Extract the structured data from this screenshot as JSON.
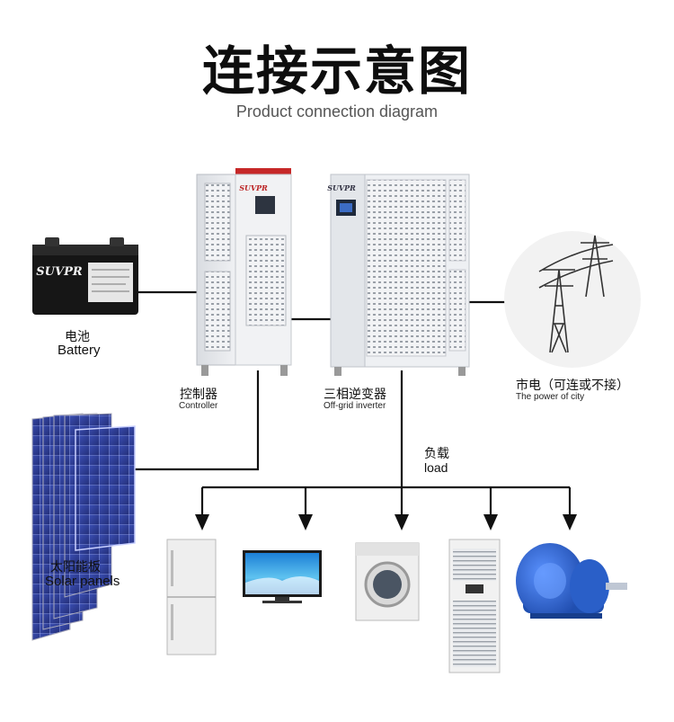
{
  "header": {
    "title": "连接示意图",
    "subtitle": "Product connection diagram"
  },
  "battery": {
    "label_cn": "电池",
    "label_en": "Battery",
    "brand": "SUVPR"
  },
  "controller": {
    "label_cn": "控制器",
    "label_en": "Controller",
    "brand": "SUVPR"
  },
  "inverter": {
    "label_cn": "三相逆变器",
    "label_en": "Off-grid inverter",
    "brand": "SUVPR"
  },
  "grid": {
    "label_cn": "市电（可连或不接）",
    "label_en": "The power of city"
  },
  "load": {
    "label_cn": "负载",
    "label_en": "load"
  },
  "solar": {
    "label_cn": "太阳能板",
    "label_en": "Solar panels"
  },
  "colors": {
    "line": "#111111",
    "panel_blue": "#2f3f9a",
    "motor_blue": "#2a62c9",
    "cabinet": "#eceef1"
  },
  "icons": [
    "battery-icon",
    "controller-cabinet-icon",
    "inverter-cabinet-icon",
    "power-tower-icon",
    "solar-panel-icon",
    "fridge-icon",
    "tv-icon",
    "washing-machine-icon",
    "air-conditioner-icon",
    "motor-icon"
  ]
}
